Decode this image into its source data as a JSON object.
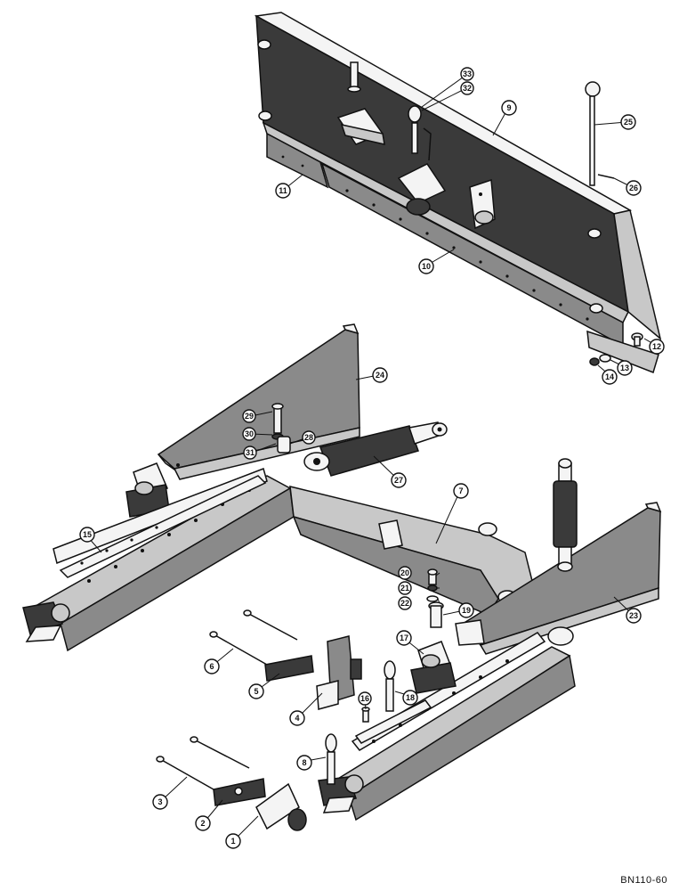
{
  "drawing": {
    "doc_code": "BN110-60"
  },
  "callouts": [
    {
      "id": "c1",
      "label": "1"
    },
    {
      "id": "c2",
      "label": "2"
    },
    {
      "id": "c3",
      "label": "3"
    },
    {
      "id": "c4",
      "label": "4"
    },
    {
      "id": "c5",
      "label": "5"
    },
    {
      "id": "c6",
      "label": "6"
    },
    {
      "id": "c7",
      "label": "7"
    },
    {
      "id": "c8",
      "label": "8"
    },
    {
      "id": "c9",
      "label": "9"
    },
    {
      "id": "c10",
      "label": "10"
    },
    {
      "id": "c11",
      "label": "11"
    },
    {
      "id": "c12",
      "label": "12"
    },
    {
      "id": "c13",
      "label": "13"
    },
    {
      "id": "c14",
      "label": "14"
    },
    {
      "id": "c15",
      "label": "15"
    },
    {
      "id": "c16",
      "label": "16"
    },
    {
      "id": "c17",
      "label": "17"
    },
    {
      "id": "c18",
      "label": "18"
    },
    {
      "id": "c19",
      "label": "19"
    },
    {
      "id": "c20",
      "label": "20"
    },
    {
      "id": "c21",
      "label": "21"
    },
    {
      "id": "c22",
      "label": "22"
    },
    {
      "id": "c23",
      "label": "23"
    },
    {
      "id": "c24",
      "label": "24"
    },
    {
      "id": "c25",
      "label": "25"
    },
    {
      "id": "c26",
      "label": "26"
    },
    {
      "id": "c27",
      "label": "27"
    },
    {
      "id": "c28",
      "label": "28"
    },
    {
      "id": "c29",
      "label": "29"
    },
    {
      "id": "c30",
      "label": "30"
    },
    {
      "id": "c31",
      "label": "31"
    },
    {
      "id": "c32",
      "label": "32"
    },
    {
      "id": "c33",
      "label": "33"
    }
  ]
}
